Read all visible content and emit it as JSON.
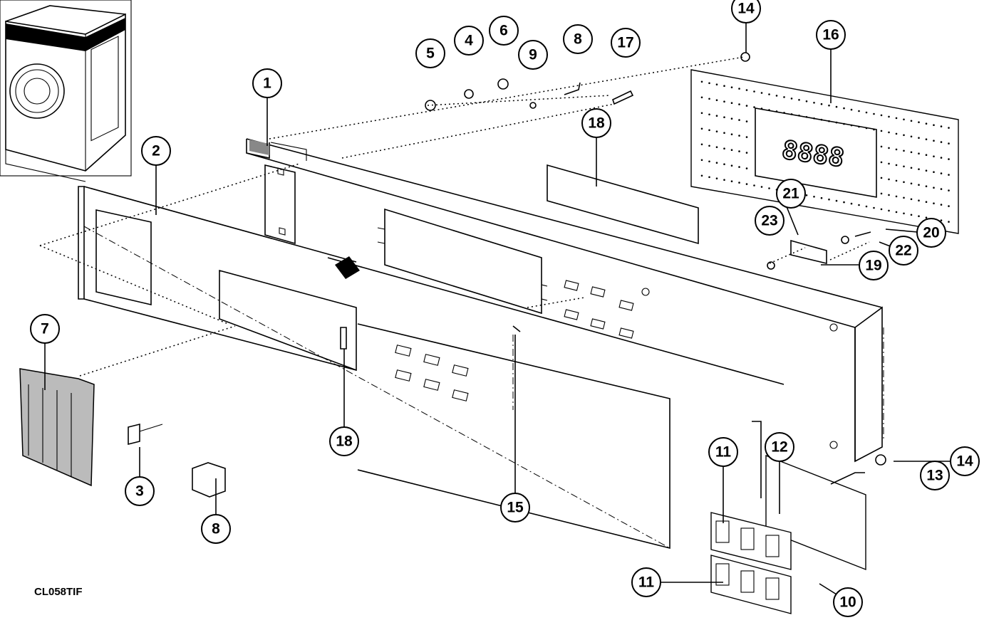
{
  "diagram": {
    "drawing_code": "CL058TIF",
    "display_readout": "8888",
    "callouts": [
      {
        "id": "c1",
        "label": "1"
      },
      {
        "id": "c2",
        "label": "2"
      },
      {
        "id": "c3",
        "label": "3"
      },
      {
        "id": "c4",
        "label": "4"
      },
      {
        "id": "c5",
        "label": "5"
      },
      {
        "id": "c6",
        "label": "6"
      },
      {
        "id": "c7",
        "label": "7"
      },
      {
        "id": "c8a",
        "label": "8"
      },
      {
        "id": "c8b",
        "label": "8"
      },
      {
        "id": "c9",
        "label": "9"
      },
      {
        "id": "c10",
        "label": "10"
      },
      {
        "id": "c11a",
        "label": "11"
      },
      {
        "id": "c11b",
        "label": "11"
      },
      {
        "id": "c12",
        "label": "12"
      },
      {
        "id": "c13",
        "label": "13"
      },
      {
        "id": "c14a",
        "label": "14"
      },
      {
        "id": "c14b",
        "label": "14"
      },
      {
        "id": "c15",
        "label": "15"
      },
      {
        "id": "c16",
        "label": "16"
      },
      {
        "id": "c17",
        "label": "17"
      },
      {
        "id": "c18a",
        "label": "18"
      },
      {
        "id": "c18b",
        "label": "18"
      },
      {
        "id": "c19",
        "label": "19"
      },
      {
        "id": "c20",
        "label": "20"
      },
      {
        "id": "c21",
        "label": "21"
      },
      {
        "id": "c22",
        "label": "22"
      },
      {
        "id": "c23",
        "label": "23"
      }
    ]
  }
}
